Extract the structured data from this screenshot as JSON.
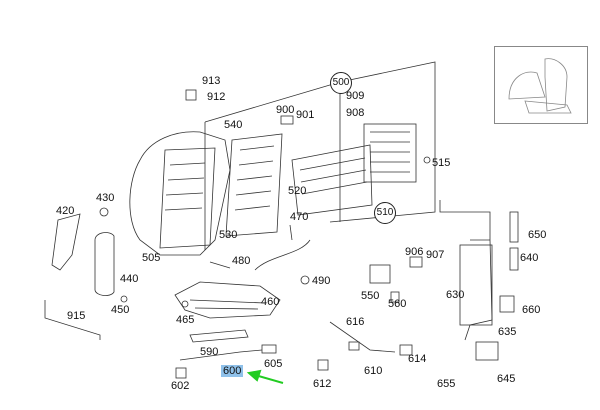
{
  "diagram": {
    "labels": {
      "l913": "913",
      "l912": "912",
      "l500": "500",
      "l909": "909",
      "l908": "908",
      "l540": "540",
      "l900": "900",
      "l901": "901",
      "l515": "515",
      "l520": "520",
      "l510": "510",
      "l430": "430",
      "l420": "420",
      "l470": "470",
      "l480": "480",
      "l530": "530",
      "l505": "505",
      "l440": "440",
      "l490": "490",
      "l650": "650",
      "l640": "640",
      "l906": "906",
      "l907": "907",
      "l550": "550",
      "l560": "560",
      "l630": "630",
      "l660": "660",
      "l460": "460",
      "l450": "450",
      "l915": "915",
      "l465": "465",
      "l616": "616",
      "l635": "635",
      "l590": "590",
      "l605": "605",
      "l614": "614",
      "l600": "600",
      "l602": "602",
      "l612": "612",
      "l610": "610",
      "l655": "655",
      "l645": "645"
    },
    "highlight_color": "#8fc1ea",
    "arrow_color": "#22cc22"
  }
}
